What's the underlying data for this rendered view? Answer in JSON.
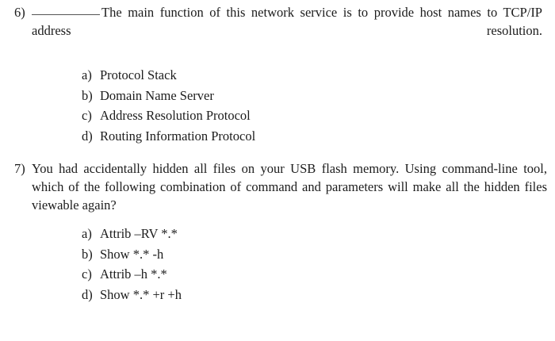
{
  "document": {
    "type": "exam-question-sheet",
    "background_color": "#ffffff",
    "text_color": "#1c1c1c"
  },
  "questions": [
    {
      "number": "6)",
      "blank_prefix": true,
      "text": "The main function of this network service is to provide host names to TCP/IP address resolution.",
      "options": [
        {
          "letter": "a)",
          "text": "Protocol Stack"
        },
        {
          "letter": "b)",
          "text": "Domain Name Server"
        },
        {
          "letter": "c)",
          "text": "Address Resolution Protocol"
        },
        {
          "letter": "d)",
          "text": "Routing Information Protocol"
        }
      ]
    },
    {
      "number": "7)",
      "blank_prefix": false,
      "text": "You had accidentally hidden all files on your USB flash memory. Using command-line tool, which of the following combination of command and parameters will make all the hidden files viewable again?",
      "options": [
        {
          "letter": "a)",
          "text": "Attrib –RV *.*"
        },
        {
          "letter": "b)",
          "text": "Show *.* -h"
        },
        {
          "letter": "c)",
          "text": "Attrib –h *.*"
        },
        {
          "letter": "d)",
          "text": "Show *.* +r +h"
        }
      ]
    }
  ]
}
